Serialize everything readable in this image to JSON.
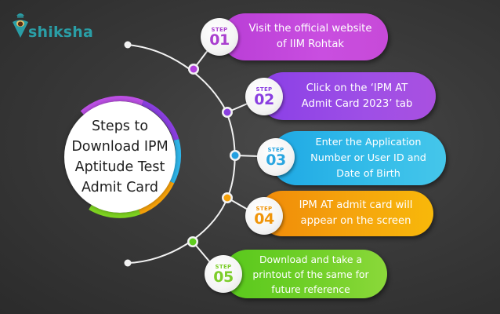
{
  "logo": {
    "text": "shiksha",
    "icon": "shiksha-pen-nib-icon",
    "color": "#2a9ea6"
  },
  "center": {
    "title": "Steps to Download IPM Aptitude Test Admit Card",
    "title_lines": [
      "Steps to",
      "Download IPM",
      "Aptitude Test",
      "Admit Card"
    ],
    "ring_colors": [
      "#b94fe0",
      "#8a3fe0",
      "#2fb4e8",
      "#f5a10a",
      "#7ed321"
    ]
  },
  "steps": [
    {
      "label": "STEP",
      "number": "01",
      "text_lines": [
        "Visit the official website",
        "of IIM Rohtak"
      ],
      "color": "#c247d9"
    },
    {
      "label": "STEP",
      "number": "02",
      "text_lines": [
        "Click on the ‘IPM AT",
        "Admit Card 2023’ tab"
      ],
      "color": "#9a4ae6"
    },
    {
      "label": "STEP",
      "number": "03",
      "text_lines": [
        "Enter the Application",
        "Number or User ID and",
        "Date of Birth"
      ],
      "color": "#33b9e8"
    },
    {
      "label": "STEP",
      "number": "04",
      "text_lines": [
        "IPM AT admit card will",
        "appear on the screen"
      ],
      "color": "#f5a30c"
    },
    {
      "label": "STEP",
      "number": "05",
      "text_lines": [
        "Download and take a",
        "printout of the same for",
        "future reference"
      ],
      "color": "#72d02a"
    }
  ]
}
